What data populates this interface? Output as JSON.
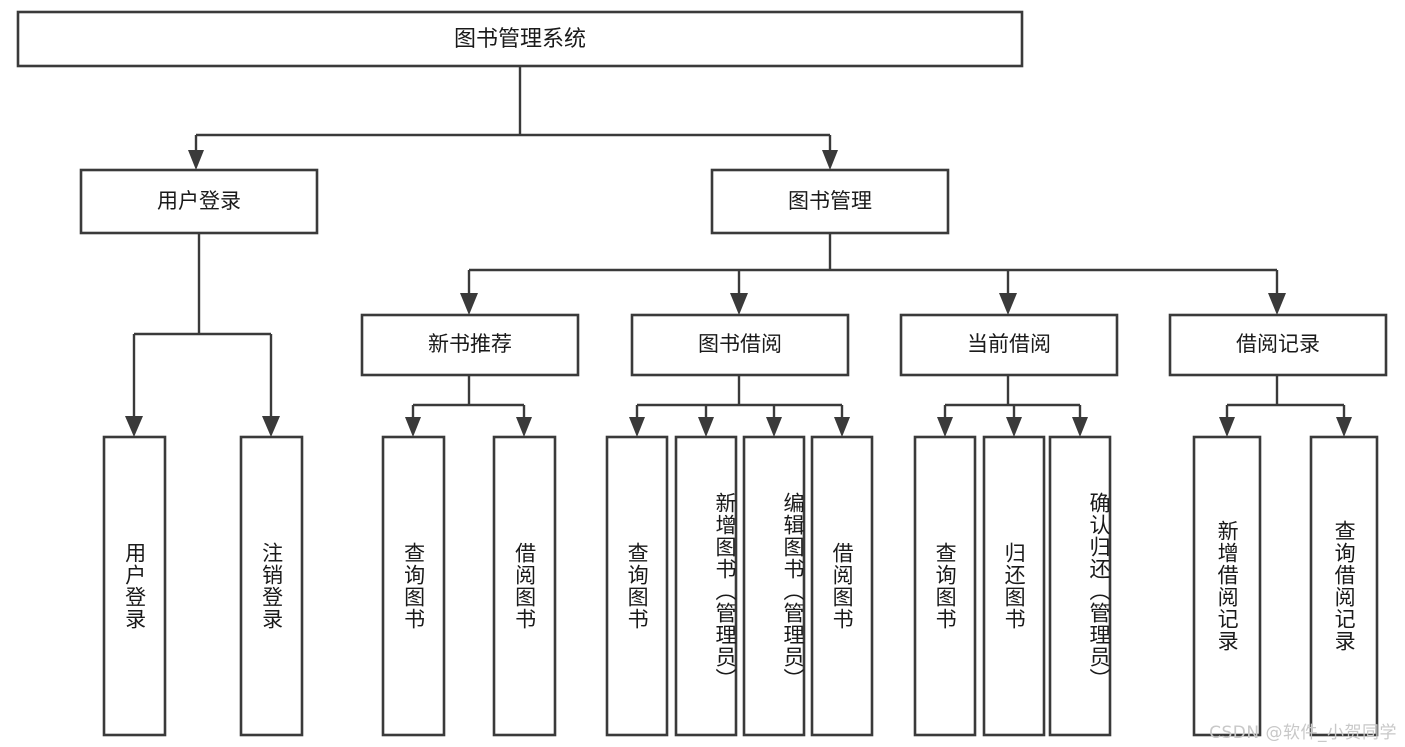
{
  "diagram": {
    "type": "tree",
    "title": "图书管理系统",
    "orientation": "top-down",
    "colors": {
      "box_stroke": "#3a3a3a",
      "box_fill": "#ffffff",
      "connector": "#3a3a3a",
      "text": "#1a1a1a",
      "background": "#ffffff",
      "watermark": "#c8c8c8"
    },
    "root": {
      "label": "图书管理系统"
    },
    "level1": [
      {
        "label": "用户登录"
      },
      {
        "label": "图书管理"
      }
    ],
    "level2": [
      {
        "label": "新书推荐"
      },
      {
        "label": "图书借阅"
      },
      {
        "label": "当前借阅"
      },
      {
        "label": "借阅记录"
      }
    ],
    "leaves": {
      "user_login": [
        {
          "label": "用户登录"
        },
        {
          "label": "注销登录"
        }
      ],
      "new_book_recommend": [
        {
          "label": "查询图书"
        },
        {
          "label": "借阅图书"
        }
      ],
      "book_borrow": [
        {
          "label": "查询图书"
        },
        {
          "label": "新增图书（管理员）"
        },
        {
          "label": "编辑图书（管理员）"
        },
        {
          "label": "借阅图书"
        }
      ],
      "current_borrow": [
        {
          "label": "查询图书"
        },
        {
          "label": "归还图书"
        },
        {
          "label": "确认归还（管理员）"
        }
      ],
      "borrow_record": [
        {
          "label": "新增借阅记录"
        },
        {
          "label": "查询借阅记录"
        }
      ]
    }
  },
  "watermark": {
    "text": "CSDN @软件_小贺同学"
  }
}
